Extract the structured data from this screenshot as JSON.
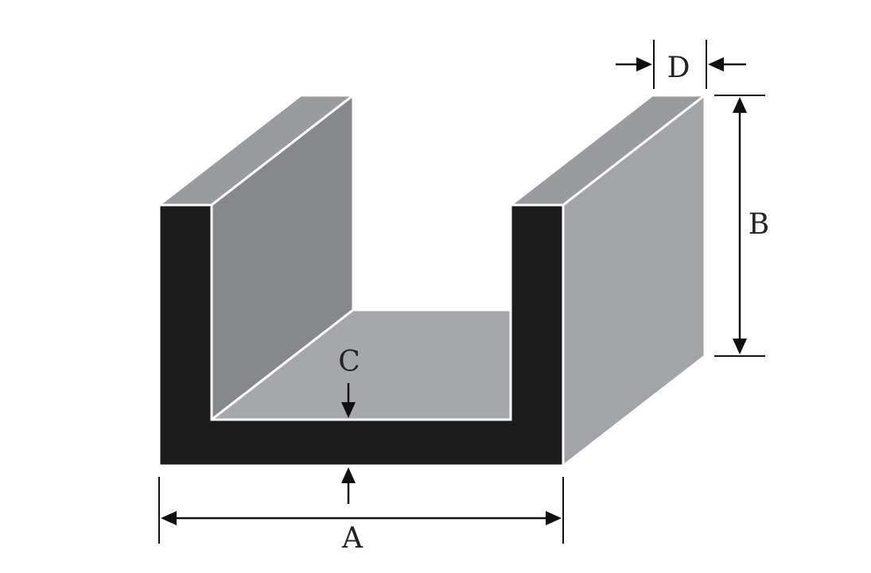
{
  "diagram": {
    "colors": {
      "cross_section": "#1c1c1c",
      "outer_right_face": "#a3a4a7",
      "inner_left_wall": "#87888c",
      "channel_floor": "#a6a7aa",
      "top_edges": "#9a9b9e",
      "outline": "#ffffff",
      "dimension_lines": "#111111"
    },
    "labels": {
      "a": "A",
      "b": "B",
      "c": "C",
      "d": "D"
    }
  }
}
